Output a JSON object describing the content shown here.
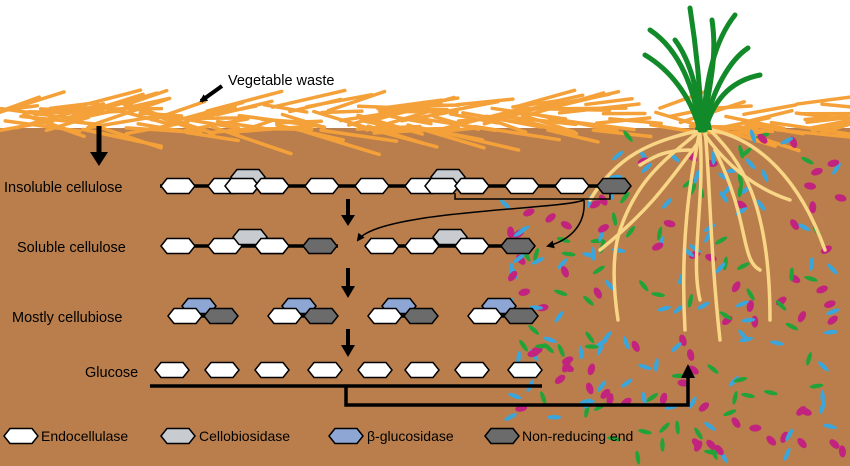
{
  "top_label": "Vegetable waste",
  "stages": [
    {
      "label": "Insoluble cellulose"
    },
    {
      "label": "Soluble cellulose"
    },
    {
      "label": "Mostly cellubiose"
    },
    {
      "label": "Glucose"
    }
  ],
  "legend": [
    {
      "label": "Endocellulase",
      "color": "#ffffff"
    },
    {
      "label": "Cellobiosidase",
      "color": "#c8ccd0"
    },
    {
      "label": "β-glucosidase",
      "color": "#8ea6d4"
    },
    {
      "label": "Non-reducing end",
      "color": "#6b6b6b"
    }
  ],
  "colors": {
    "soil": "#b97e4c",
    "straw": "#f5a13a",
    "root": "#f9d586",
    "plant": "#138a2a",
    "microbe_magenta": "#c2237f",
    "microbe_blue": "#3aa6dc",
    "microbe_green": "#22a33a"
  }
}
